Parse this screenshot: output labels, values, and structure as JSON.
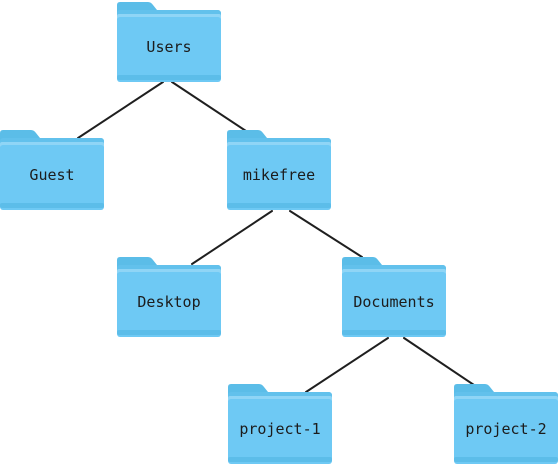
{
  "colors": {
    "folder_tab": "#5bbde8",
    "folder_back": "#62c1ec",
    "folder_front": "#6ec9f4",
    "folder_lip": "#8fd5f6",
    "folder_shadow": "#4fb2e0",
    "edge": "#1f1f1f",
    "label": "#1c1c1c"
  },
  "tree": {
    "nodes": [
      {
        "id": "users",
        "label": "Users",
        "icon": "folder-icon"
      },
      {
        "id": "guest",
        "label": "Guest",
        "icon": "folder-icon"
      },
      {
        "id": "mikefree",
        "label": "mikefree",
        "icon": "folder-icon"
      },
      {
        "id": "desktop",
        "label": "Desktop",
        "icon": "folder-icon"
      },
      {
        "id": "documents",
        "label": "Documents",
        "icon": "folder-icon"
      },
      {
        "id": "project-1",
        "label": "project-1",
        "icon": "folder-icon"
      },
      {
        "id": "project-2",
        "label": "project-2",
        "icon": "folder-icon"
      }
    ],
    "edges": [
      {
        "from": "users",
        "to": "guest"
      },
      {
        "from": "users",
        "to": "mikefree"
      },
      {
        "from": "mikefree",
        "to": "desktop"
      },
      {
        "from": "mikefree",
        "to": "documents"
      },
      {
        "from": "documents",
        "to": "project-1"
      },
      {
        "from": "documents",
        "to": "project-2"
      }
    ]
  }
}
